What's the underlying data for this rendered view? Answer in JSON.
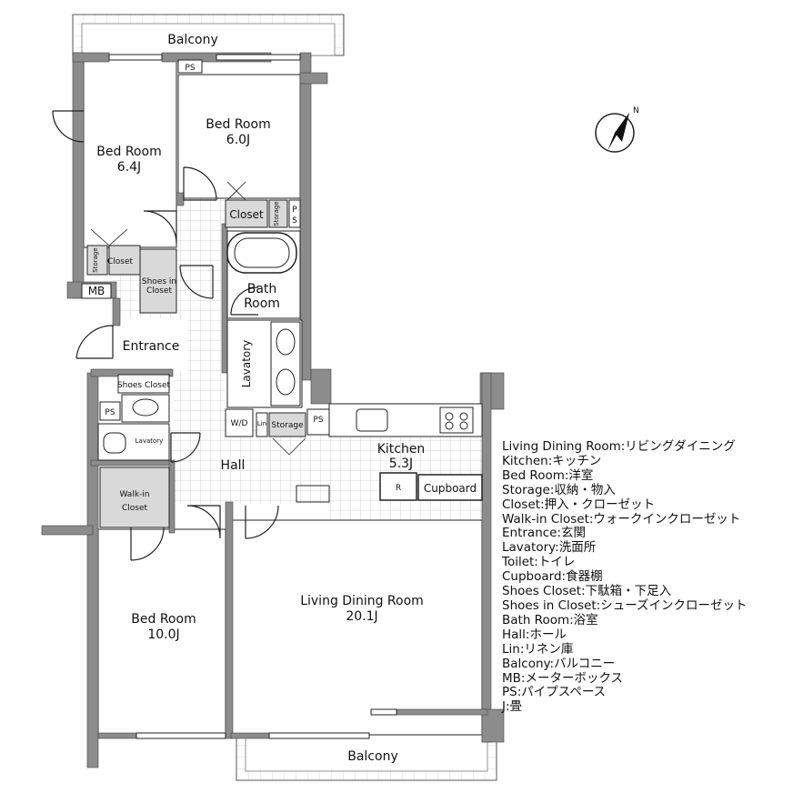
{
  "rooms": {
    "balcony_top": "Balcony",
    "balcony_bottom": "Balcony",
    "bedroom_nw_name": "Bed Room",
    "bedroom_nw_size": "6.4J",
    "bedroom_n_name": "Bed Room",
    "bedroom_n_size": "6.0J",
    "bedroom_sw_name": "Bed Room",
    "bedroom_sw_size": "10.0J",
    "living_name": "Living Dining Room",
    "living_size": "20.1J",
    "kitchen_name": "Kitchen",
    "kitchen_size": "5.3J",
    "closet_n": "Closet",
    "closet_w": "Closet",
    "storage_n": "Storage",
    "storage_w": "Storage",
    "storage_hall": "Storage",
    "shoes_in_closet_1": "Shoes in",
    "shoes_in_closet_2": "Closet",
    "bath_1": "Bath",
    "bath_2": "Room",
    "lavatory": "Lavatory",
    "toilet_lavatory": "Lavatory",
    "entrance": "Entrance",
    "shoes_closet": "Shoes Closet",
    "walkin_1": "Walk-in",
    "walkin_2": "Closet",
    "hall": "Hall",
    "wd": "W/D",
    "lin": "Lin",
    "mb": "MB",
    "ps_top": "PS",
    "ps_closet_1": "P",
    "ps_closet_2": "S",
    "ps_kitchen": "PS",
    "ps_toilet": "PS",
    "fridge": "R",
    "cupboard": "Cupboard",
    "compass_n": "N"
  },
  "legend": [
    "Living Dining Room:リビングダイニング",
    "Kitchen:キッチン",
    "Bed Room:洋室",
    "Storage:収納・物入",
    "Closet:押入・クローゼット",
    "Walk-in Closet:ウォークインクローゼット",
    "Entrance:玄関",
    "Lavatory:洗面所",
    "Toilet:トイレ",
    "Cupboard:食器棚",
    "Shoes Closet:下駄箱・下足入",
    "Shoes in Closet:シューズインクローゼット",
    "Bath Room:浴室",
    "Hall:ホール",
    "Lin:リネン庫",
    "Balcony:バルコニー",
    "MB:メーターボックス",
    "PS:パイプスペース",
    "J:畳"
  ],
  "colors": {
    "wall": "#8c8c8c",
    "storage_fill": "#d9d9d9",
    "tile_grid": "#c8c8c8",
    "line": "#222222"
  },
  "icons": [
    "compass-icon",
    "bathtub-icon",
    "sink-icon",
    "toilet-icon",
    "stove-icon",
    "door-swing-icon"
  ]
}
